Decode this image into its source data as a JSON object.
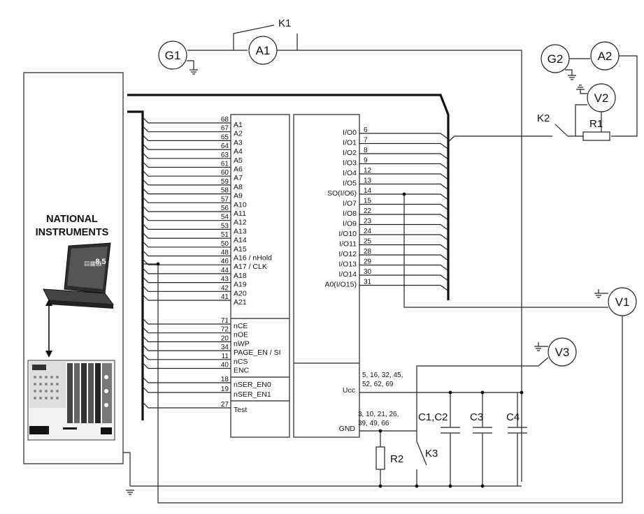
{
  "instrument": {
    "brand_line1": "NATIONAL",
    "brand_line2": "INSTRUMENTS",
    "screen_text": "8.5"
  },
  "meters": {
    "g1": "G1",
    "a1": "A1",
    "k1": "K1",
    "g2": "G2",
    "a2": "A2",
    "v2": "V2",
    "k2": "K2",
    "r1": "R1",
    "v1": "V1",
    "v3": "V3"
  },
  "chip": {
    "left_pins": [
      {
        "num": "68",
        "name": "A1"
      },
      {
        "num": "67",
        "name": "A2"
      },
      {
        "num": "65",
        "name": "A3"
      },
      {
        "num": "64",
        "name": "A4"
      },
      {
        "num": "63",
        "name": "A5"
      },
      {
        "num": "61",
        "name": "A6"
      },
      {
        "num": "60",
        "name": "A7"
      },
      {
        "num": "59",
        "name": "A8"
      },
      {
        "num": "58",
        "name": "A9"
      },
      {
        "num": "57",
        "name": "A10"
      },
      {
        "num": "56",
        "name": "A11"
      },
      {
        "num": "54",
        "name": "A12"
      },
      {
        "num": "53",
        "name": "A13"
      },
      {
        "num": "51",
        "name": "A14"
      },
      {
        "num": "50",
        "name": "A15"
      },
      {
        "num": "48",
        "name": "A16 / nHold"
      },
      {
        "num": "46",
        "name": "A17 / CLK"
      },
      {
        "num": "44",
        "name": "A18"
      },
      {
        "num": "43",
        "name": "A19"
      },
      {
        "num": "42",
        "name": "A20"
      },
      {
        "num": "41",
        "name": "A21"
      }
    ],
    "control_pins": [
      {
        "num": "71",
        "name": "nCE"
      },
      {
        "num": "72",
        "name": "nOE"
      },
      {
        "num": "20",
        "name": "nWP"
      },
      {
        "num": "34",
        "name": "PAGE_EN / SI"
      },
      {
        "num": "11",
        "name": "nCS"
      },
      {
        "num": "40",
        "name": "ENC"
      }
    ],
    "ser_pins": [
      {
        "num": "18",
        "name": "nSER_EN0"
      },
      {
        "num": "19",
        "name": "nSER_EN1"
      }
    ],
    "test_pin": {
      "num": "27",
      "name": "Test"
    },
    "right_pins": [
      {
        "num": "6",
        "name": "I/O0"
      },
      {
        "num": "7",
        "name": "I/O1"
      },
      {
        "num": "8",
        "name": "I/O2"
      },
      {
        "num": "9",
        "name": "I/O3"
      },
      {
        "num": "12",
        "name": "I/O4"
      },
      {
        "num": "13",
        "name": "I/O5"
      },
      {
        "num": "14",
        "name": "SO(I/O6)"
      },
      {
        "num": "15",
        "name": "I/O7"
      },
      {
        "num": "22",
        "name": "I/O8"
      },
      {
        "num": "23",
        "name": "I/O9"
      },
      {
        "num": "24",
        "name": "I/O10"
      },
      {
        "num": "25",
        "name": "I/O11"
      },
      {
        "num": "28",
        "name": "I/O12"
      },
      {
        "num": "29",
        "name": "I/O13"
      },
      {
        "num": "30",
        "name": "I/O14"
      },
      {
        "num": "31",
        "name": "A0(I/O15)"
      }
    ],
    "ucc_label": "Ucc",
    "ucc_pins_line1": "5, 16, 32, 45,",
    "ucc_pins_line2": "52, 62, 69",
    "gnd_label": "GND",
    "gnd_pins_line1": "3,  10,  21,  26,",
    "gnd_pins_line2": "39, 49, 66"
  },
  "passives": {
    "r2": "R2",
    "k3": "K3",
    "c1c2": "C1,C2",
    "c3": "C3",
    "c4": "C4"
  }
}
